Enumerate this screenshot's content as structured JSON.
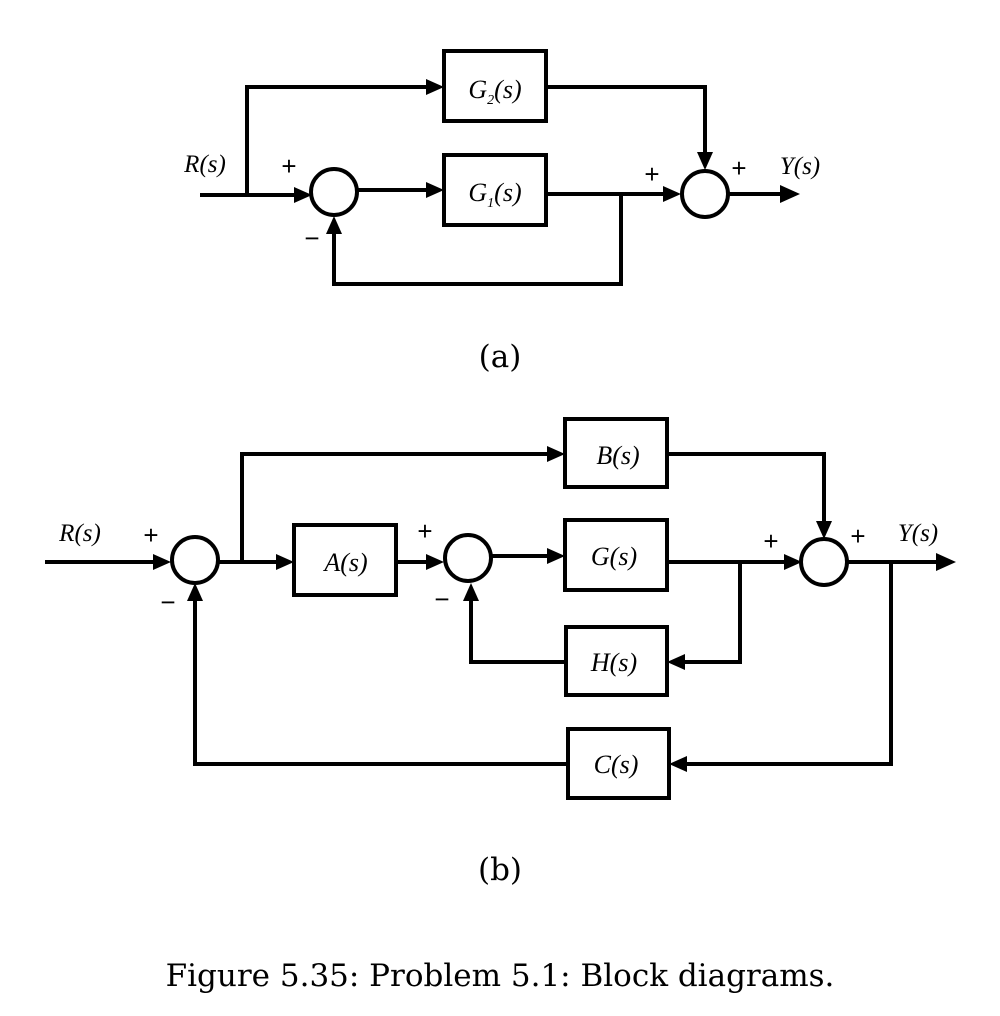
{
  "diagram_a": {
    "input_label": "R(s)",
    "output_label": "Y(s)",
    "block_g2": {
      "name": "G",
      "subscript": "2",
      "arg": "(s)"
    },
    "block_g1": {
      "name": "G",
      "subscript": "1",
      "arg": "(s)"
    },
    "sum1_signs": {
      "top": "+",
      "bottom": "−"
    },
    "sum2_signs": {
      "left": "+",
      "right": "+"
    },
    "caption": "(a)"
  },
  "diagram_b": {
    "input_label": "R(s)",
    "output_label": "Y(s)",
    "blocks": {
      "a": "A(s)",
      "b": "B(s)",
      "g": "G(s)",
      "h": "H(s)",
      "c": "C(s)"
    },
    "sum1_signs": {
      "top": "+",
      "bottom": "−"
    },
    "sum2_signs": {
      "top": "+",
      "bottom": "−"
    },
    "sum3_signs": {
      "left": "+",
      "right": "+"
    },
    "caption": "(b)"
  },
  "figure_caption": "Figure 5.35: Problem 5.1: Block diagrams.",
  "colors": {
    "line": "#000000",
    "background": "#ffffff"
  }
}
